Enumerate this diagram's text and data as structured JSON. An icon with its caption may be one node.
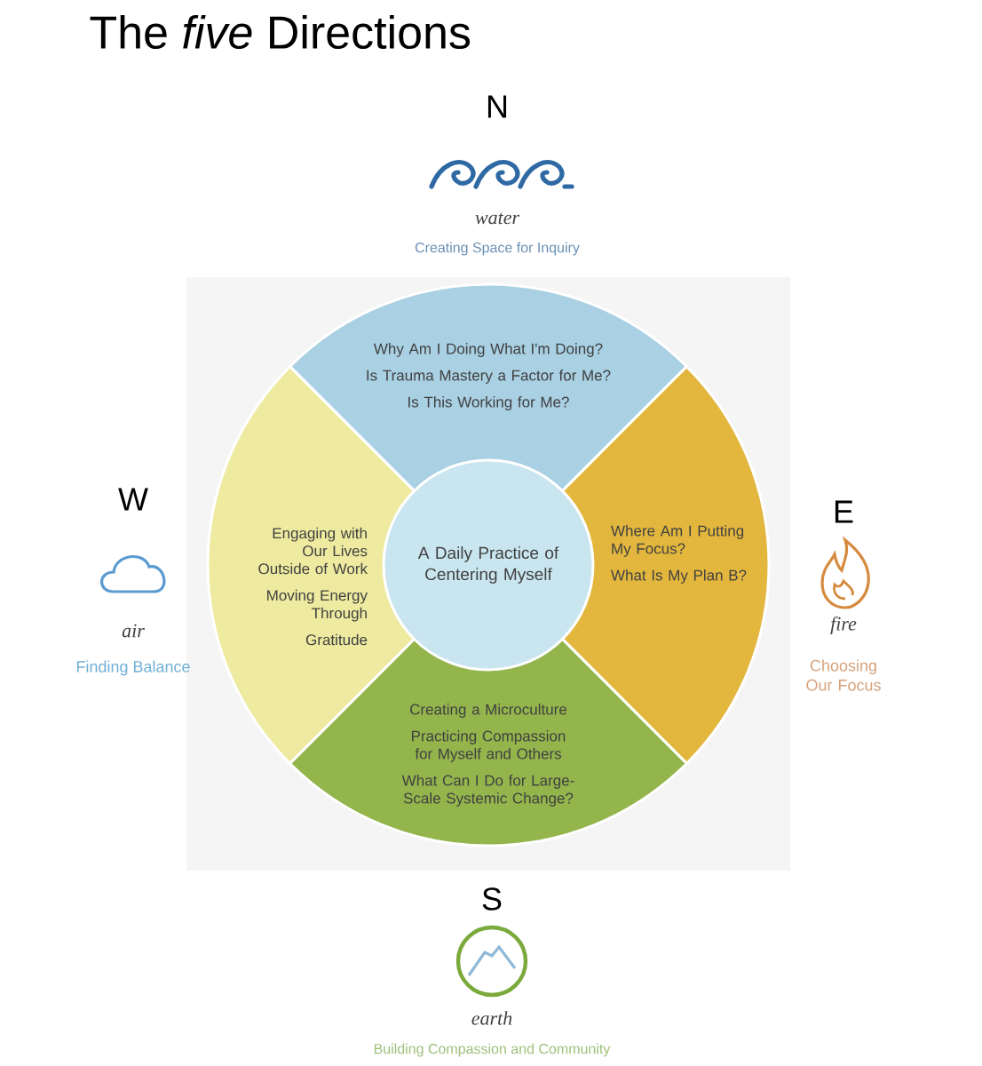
{
  "diagram": {
    "title": "The *five* Directions",
    "nodes": [
      {
        "text": [
          "Why Am I Doing What I'm Doing?",
          "Is Trauma Mastery a Factor for Me?",
          "Is This Working for Me?"
        ]
      },
      {
        "text": [
          "Engaging with Our Lives Outside of Work",
          "Moving Energy Through",
          "Gratitude"
        ]
      },
      {
        "text": [
          "A Daily Practice of Centering Myself"
        ]
      },
      {
        "text": [
          "Where Am I Putting My Focus?",
          "What Is My Plan B?"
        ]
      },
      {
        "text": [
          "Creating a Microculture",
          "Practicing Compassion for Myself and Others",
          "What Can I Do for Large-Scale Systemic Change?"
        ]
      }
    ],
    "labels": [
      "N",
      "water",
      "Creating Space for Inquiry",
      "W",
      "air",
      "Finding Balance",
      "E",
      "fire",
      "Choosing Our Focus",
      "S",
      "earth",
      "Building Compassion and Community"
    ]
  }
}
